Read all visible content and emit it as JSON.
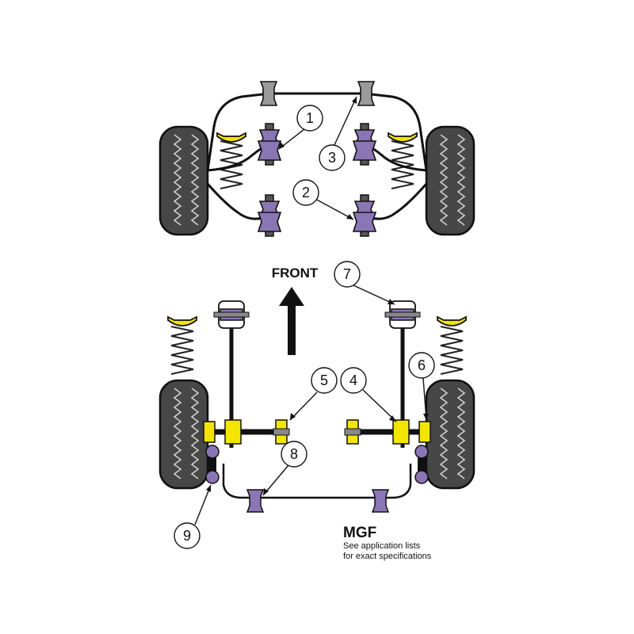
{
  "front_label": "FRONT",
  "model": "MGF",
  "note_lines": [
    "See application lists",
    "for exact specifications"
  ],
  "callouts": [
    "1",
    "2",
    "3",
    "4",
    "5",
    "6",
    "7",
    "8",
    "9"
  ],
  "colors": {
    "bush_purple": "#8a75b5",
    "mount_yellow": "#f2e600",
    "tyre": "#444444",
    "line": "#111111"
  }
}
